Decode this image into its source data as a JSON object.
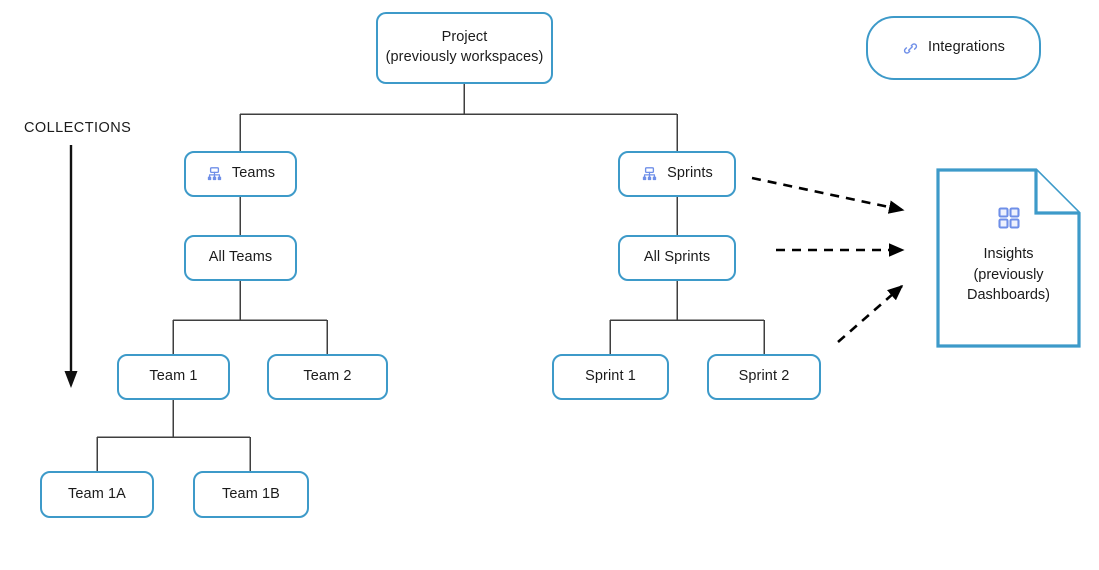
{
  "diagram": {
    "title": "Project hierarchy and collections",
    "colors": {
      "node_border": "#3d9ac9",
      "edge": "#3f3f3f",
      "dashed_edge": "#000000",
      "icon_accent": "#6f8fe8",
      "text": "#1b1b1b",
      "background": "#ffffff"
    },
    "annotations": [
      {
        "name": "collections-axis",
        "label": "COLLECTIONS"
      }
    ],
    "nodes": [
      {
        "id": "project",
        "label": "Project\n(previously workspaces)",
        "icon": "none"
      },
      {
        "id": "integrations",
        "label": "Integrations",
        "icon": "integrations-link-icon"
      },
      {
        "id": "teams",
        "label": "Teams",
        "icon": "hierarchy-icon"
      },
      {
        "id": "sprints",
        "label": "Sprints",
        "icon": "hierarchy-icon"
      },
      {
        "id": "all-teams",
        "label": "All Teams",
        "icon": "none"
      },
      {
        "id": "all-sprints",
        "label": "All Sprints",
        "icon": "none"
      },
      {
        "id": "team-1",
        "label": "Team 1",
        "icon": "none"
      },
      {
        "id": "team-2",
        "label": "Team 2",
        "icon": "none"
      },
      {
        "id": "sprint-1",
        "label": "Sprint 1",
        "icon": "none"
      },
      {
        "id": "sprint-2",
        "label": "Sprint 2",
        "icon": "none"
      },
      {
        "id": "team-1a",
        "label": "Team 1A",
        "icon": "none"
      },
      {
        "id": "team-1b",
        "label": "Team 1B",
        "icon": "none"
      },
      {
        "id": "insights",
        "label": "Insights\n(previously\nDashboards)",
        "icon": "dashboard-grid-icon"
      }
    ],
    "edges": [
      {
        "from": "project",
        "to": "teams",
        "style": "solid"
      },
      {
        "from": "project",
        "to": "sprints",
        "style": "solid"
      },
      {
        "from": "teams",
        "to": "all-teams",
        "style": "solid"
      },
      {
        "from": "sprints",
        "to": "all-sprints",
        "style": "solid"
      },
      {
        "from": "all-teams",
        "to": "team-1",
        "style": "solid"
      },
      {
        "from": "all-teams",
        "to": "team-2",
        "style": "solid"
      },
      {
        "from": "all-sprints",
        "to": "sprint-1",
        "style": "solid"
      },
      {
        "from": "all-sprints",
        "to": "sprint-2",
        "style": "solid"
      },
      {
        "from": "team-1",
        "to": "team-1a",
        "style": "solid"
      },
      {
        "from": "team-1",
        "to": "team-1b",
        "style": "solid"
      },
      {
        "from": "sprints",
        "to": "insights",
        "style": "dashed-arrow"
      },
      {
        "from": "all-sprints",
        "to": "insights",
        "style": "dashed-arrow"
      },
      {
        "from": "sprint-2",
        "to": "insights",
        "style": "dashed-arrow"
      }
    ]
  }
}
